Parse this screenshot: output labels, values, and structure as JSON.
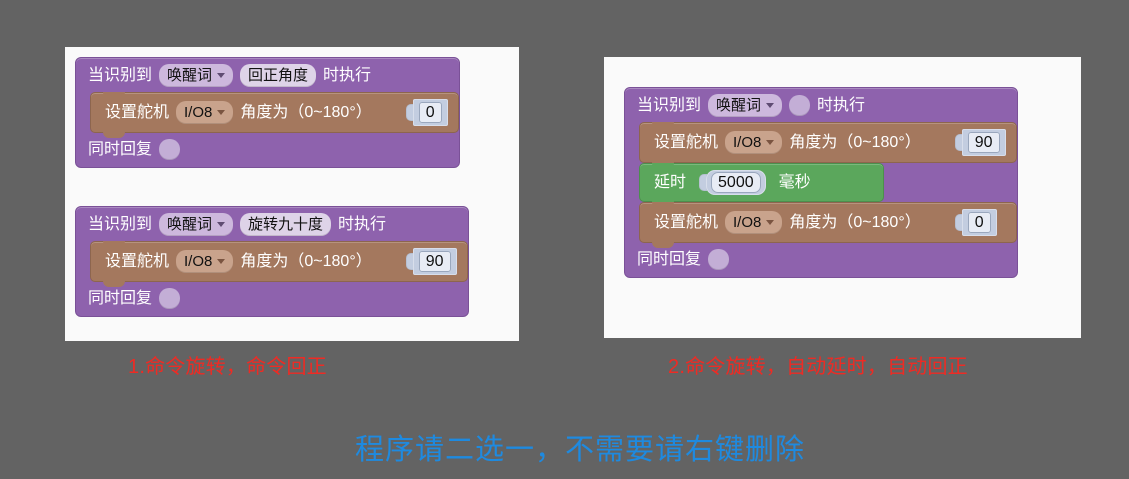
{
  "page": {
    "background_color": "#636363",
    "footer_note": "程序请二选一，不需要请右键删除",
    "footer_color": "#1e8ae0",
    "caption_color": "#ee2b24"
  },
  "panels": [
    {
      "id": "left",
      "caption": "1.命令旋转，命令回正",
      "stacks": [
        {
          "hat": {
            "prefix": "当识别到",
            "dropdown": "唤醒词",
            "phrase": "回正角度",
            "suffix": "时执行"
          },
          "body": [
            {
              "type": "servo",
              "color": "#a4785e",
              "prefix": "设置舵机",
              "pin": "I/O8",
              "suffix": "角度为（0~180°）",
              "value": "0"
            }
          ],
          "foot": {
            "label": "同时回复",
            "value": ""
          }
        },
        {
          "hat": {
            "prefix": "当识别到",
            "dropdown": "唤醒词",
            "phrase": "旋转九十度",
            "suffix": "时执行"
          },
          "body": [
            {
              "type": "servo",
              "color": "#a4785e",
              "prefix": "设置舵机",
              "pin": "I/O8",
              "suffix": "角度为（0~180°）",
              "value": "90"
            }
          ],
          "foot": {
            "label": "同时回复",
            "value": ""
          }
        }
      ]
    },
    {
      "id": "right",
      "caption": "2.命令旋转，自动延时，自动回正",
      "stacks": [
        {
          "hat": {
            "prefix": "当识别到",
            "dropdown": "唤醒词",
            "phrase": "",
            "suffix": "时执行"
          },
          "body": [
            {
              "type": "servo",
              "color": "#a4785e",
              "prefix": "设置舵机",
              "pin": "I/O8",
              "suffix": "角度为（0~180°）",
              "value": "90"
            },
            {
              "type": "delay",
              "color": "#5ba75c",
              "prefix": "延时",
              "value": "5000",
              "suffix": "毫秒"
            },
            {
              "type": "servo",
              "color": "#a4785e",
              "prefix": "设置舵机",
              "pin": "I/O8",
              "suffix": "角度为（0~180°）",
              "value": "0"
            }
          ],
          "foot": {
            "label": "同时回复",
            "value": ""
          }
        }
      ]
    }
  ]
}
